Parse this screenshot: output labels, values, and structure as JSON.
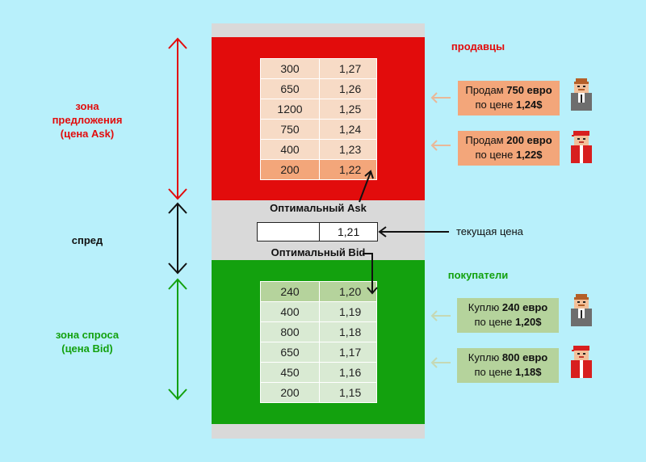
{
  "sellers_title": "продавцы",
  "buyers_title": "покупатели",
  "ask_zone": {
    "line1": "зона",
    "line2": "предложения",
    "line3": "(цена Ask)"
  },
  "spread_label": "спред",
  "bid_zone": {
    "line1": "зона спроса",
    "line2": "(цена Bid)"
  },
  "ask_book": [
    {
      "qty": "300",
      "price": "1,27"
    },
    {
      "qty": "650",
      "price": "1,26"
    },
    {
      "qty": "1200",
      "price": "1,25"
    },
    {
      "qty": "750",
      "price": "1,24"
    },
    {
      "qty": "400",
      "price": "1,23"
    },
    {
      "qty": "200",
      "price": "1,22"
    }
  ],
  "bid_book": [
    {
      "qty": "240",
      "price": "1,20"
    },
    {
      "qty": "400",
      "price": "1,19"
    },
    {
      "qty": "800",
      "price": "1,18"
    },
    {
      "qty": "650",
      "price": "1,17"
    },
    {
      "qty": "450",
      "price": "1,16"
    },
    {
      "qty": "200",
      "price": "1,15"
    }
  ],
  "optimal_ask_label": "Оптимальный Ask",
  "optimal_bid_label": "Оптимальный Bid",
  "current_price": "1,21",
  "current_price_label": "текущая цена",
  "sell_offers": [
    {
      "prefix": "Продам ",
      "amount": "750 евро",
      "line2_prefix": "по цене ",
      "price": "1,24$"
    },
    {
      "prefix": "Продам ",
      "amount": "200 евро",
      "line2_prefix": "по цене ",
      "price": "1,22$"
    }
  ],
  "buy_offers": [
    {
      "prefix": "Куплю ",
      "amount": "240 евро",
      "line2_prefix": "по цене ",
      "price": "1,20$"
    },
    {
      "prefix": "Куплю ",
      "amount": "800 евро",
      "line2_prefix": "по цене ",
      "price": "1,18$"
    }
  ],
  "colors": {
    "background": "#b8f0fb",
    "ask_zone": "#e20c0c",
    "bid_zone": "#13a10e",
    "spread_zone": "#d9d9d9",
    "ask_best": "#f3a67a",
    "bid_best": "#b5d39c"
  }
}
